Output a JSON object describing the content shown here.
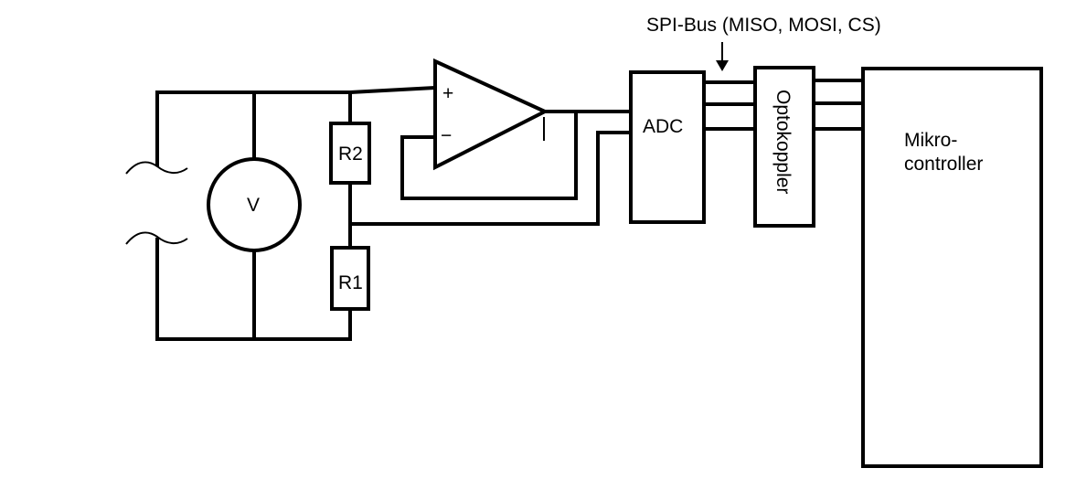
{
  "diagram": {
    "bus_label": "SPI-Bus (MISO, MOSI, CS)",
    "voltmeter_label": "V",
    "resistor_upper_label": "R2",
    "resistor_lower_label": "R1",
    "adc_label": "ADC",
    "optocoupler_label": "Optokoppler",
    "microcontroller_label_line1": "Mikro-",
    "microcontroller_label_line2": "controller",
    "opamp_plus_sign": "+",
    "opamp_minus_sign": "−",
    "line_color": "#000000"
  }
}
